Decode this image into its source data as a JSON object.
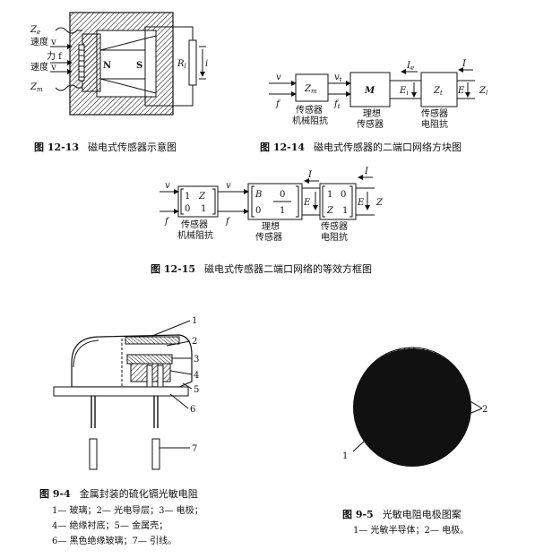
{
  "fig12_13": {
    "number": "图 12-13",
    "title": "磁电式传感器示意图",
    "labels": {
      "ze": "Z",
      "ze_sub": "e",
      "speed_v": "速度 v",
      "force_f": "力 f",
      "speed_v2": "速度 v",
      "zm": "Z",
      "zm_sub": "m",
      "n": "N",
      "s": "S",
      "rl": "R",
      "rl_sub": "l",
      "i": "i"
    }
  },
  "fig12_14": {
    "number": "图 12-14",
    "title": "磁电式传感器的二端口网络方块图",
    "blocks": [
      {
        "symbol": "Z",
        "sub": "m",
        "label1": "传感器",
        "label2": "机械阻抗"
      },
      {
        "symbol": "M",
        "sub": "",
        "label1": "理想",
        "label2": "传感器"
      },
      {
        "symbol": "Z",
        "sub": "t",
        "label1": "传感器",
        "label2": "电阻抗"
      }
    ],
    "signals": {
      "v": "v",
      "vt": "v",
      "vt_sub": "t",
      "f": "f",
      "ft": "f",
      "ft_sub": "t",
      "ie": "I",
      "ie_sub": "e",
      "i": "I",
      "ei": "E",
      "ei_sub": "i",
      "e": "E",
      "zl": "Z",
      "zl_sub": "l"
    }
  },
  "fig12_15": {
    "number": "图 12-15",
    "title": "磁电式传感器二端口网络的等效方框图",
    "blocks": [
      {
        "m": [
          "1",
          "Z",
          "0",
          "1"
        ],
        "label1": "传感器",
        "label2": "机械阻抗"
      },
      {
        "m": [
          "B",
          "0",
          "0",
          "1"
        ],
        "label1": "理想",
        "label2": "传感器"
      },
      {
        "m": [
          "1",
          "0",
          "Z",
          "1"
        ],
        "label1": "传感器",
        "label2": "电阻抗"
      }
    ],
    "signals": {
      "v": "v",
      "vt": "v",
      "f": "f",
      "ft": "f",
      "ie": "I",
      "i": "I",
      "ei": "E",
      "e": "E",
      "zl": "Z"
    }
  },
  "fig9_4": {
    "number": "图 9-4",
    "title": "金属封装的硫化镉光敏电阻",
    "callouts": [
      "1",
      "2",
      "3",
      "4",
      "5",
      "6",
      "7"
    ],
    "legend": [
      "1— 玻璃；2— 光电导层；3— 电极；",
      "4— 绝缘衬底；5— 金属壳；",
      "6— 黑色绝缘玻璃；7— 引线。"
    ]
  },
  "fig9_5": {
    "number": "图 9-5",
    "title": "光敏电阻电极图案",
    "callouts": [
      "1",
      "2"
    ],
    "legend": [
      "1— 光敏半导体；2— 电极。"
    ]
  }
}
